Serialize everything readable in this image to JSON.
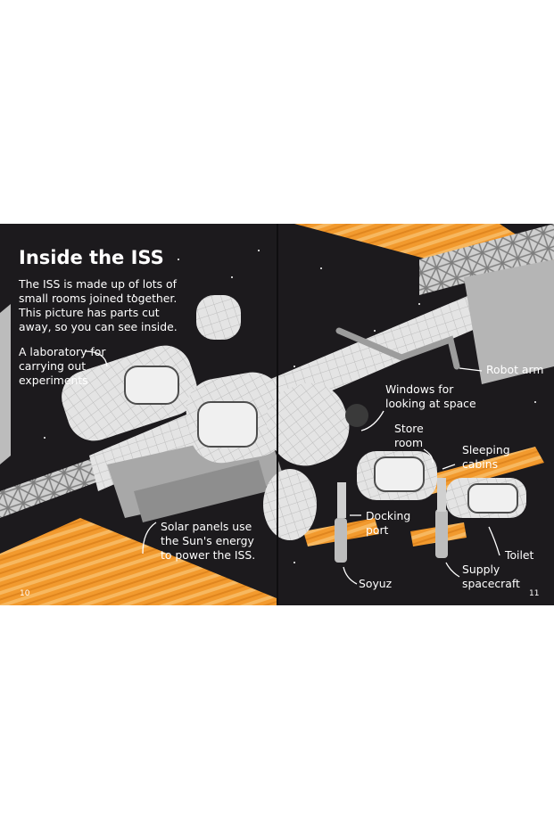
{
  "colors": {
    "background": "#1c1a1d",
    "text": "#ffffff",
    "solar_panel": "#f29a2e",
    "module": "#d8d8d8",
    "module_shadow": "#9a9a9a"
  },
  "title": "Inside the ISS",
  "intro": {
    "lines": [
      "The ISS is made up of lots of",
      "small rooms joined together.",
      "This picture has parts cut",
      "away, so you can see inside."
    ]
  },
  "labels": {
    "laboratory": [
      "A laboratory for",
      "carrying out",
      "experiments"
    ],
    "solar": [
      "Solar panels use",
      "the Sun's energy",
      "to power the ISS."
    ],
    "robot_arm": [
      "Robot arm"
    ],
    "windows": [
      "Windows for",
      "looking at space"
    ],
    "store_room": [
      "Store",
      "room"
    ],
    "sleeping": [
      "Sleeping",
      "cabins"
    ],
    "docking": [
      "Docking",
      "port"
    ],
    "toilet": [
      "Toilet"
    ],
    "soyuz": [
      "Soyuz"
    ],
    "supply": [
      "Supply",
      "spacecraft"
    ]
  },
  "page_numbers": {
    "left": "10",
    "right": "11"
  }
}
